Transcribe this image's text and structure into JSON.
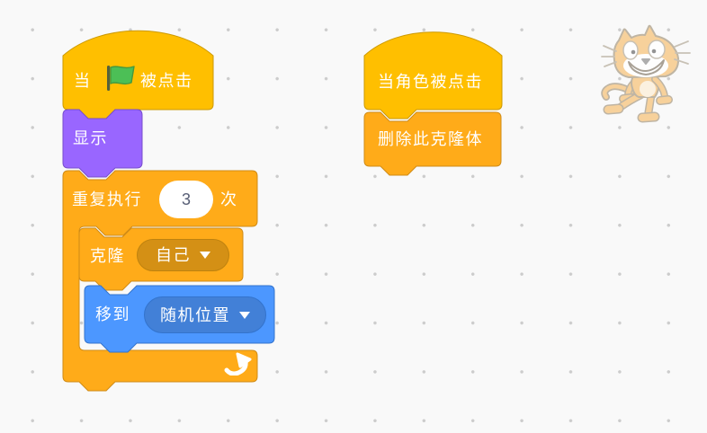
{
  "workspace": {
    "type": "scratch-blocks-canvas",
    "colors": {
      "background": "#f9f9f9",
      "grid_dot": "#cccccc",
      "events_block": "#FFBF00",
      "events_border": "#CC9900",
      "control_block": "#FFAB19",
      "control_border": "#CF8B17",
      "looks_block": "#9966FF",
      "looks_border": "#774DCB",
      "motion_block": "#4C97FF",
      "motion_border": "#3373CC",
      "control_dropdown": "#D49015",
      "motion_dropdown": "#4280D7",
      "input_text": "#575E75",
      "flag_green": "#4CBF56",
      "block_text": "#ffffff"
    }
  },
  "blocks": {
    "flag_hat": {
      "text_before": "当",
      "icon": "green-flag",
      "text_after": "被点击"
    },
    "show": {
      "label": "显示"
    },
    "repeat": {
      "label": "重复执行",
      "count": "3",
      "suffix": "次",
      "icon": "loop-arrow"
    },
    "clone": {
      "label": "克隆",
      "option": "自己",
      "icon": "dropdown-arrow"
    },
    "goto": {
      "label": "移到",
      "option": "随机位置",
      "icon": "dropdown-arrow"
    },
    "sprite_hat": {
      "label": "当角色被点击"
    },
    "delete_clone": {
      "label": "删除此克隆体"
    }
  },
  "sprite": {
    "icon": "scratch-cat"
  }
}
